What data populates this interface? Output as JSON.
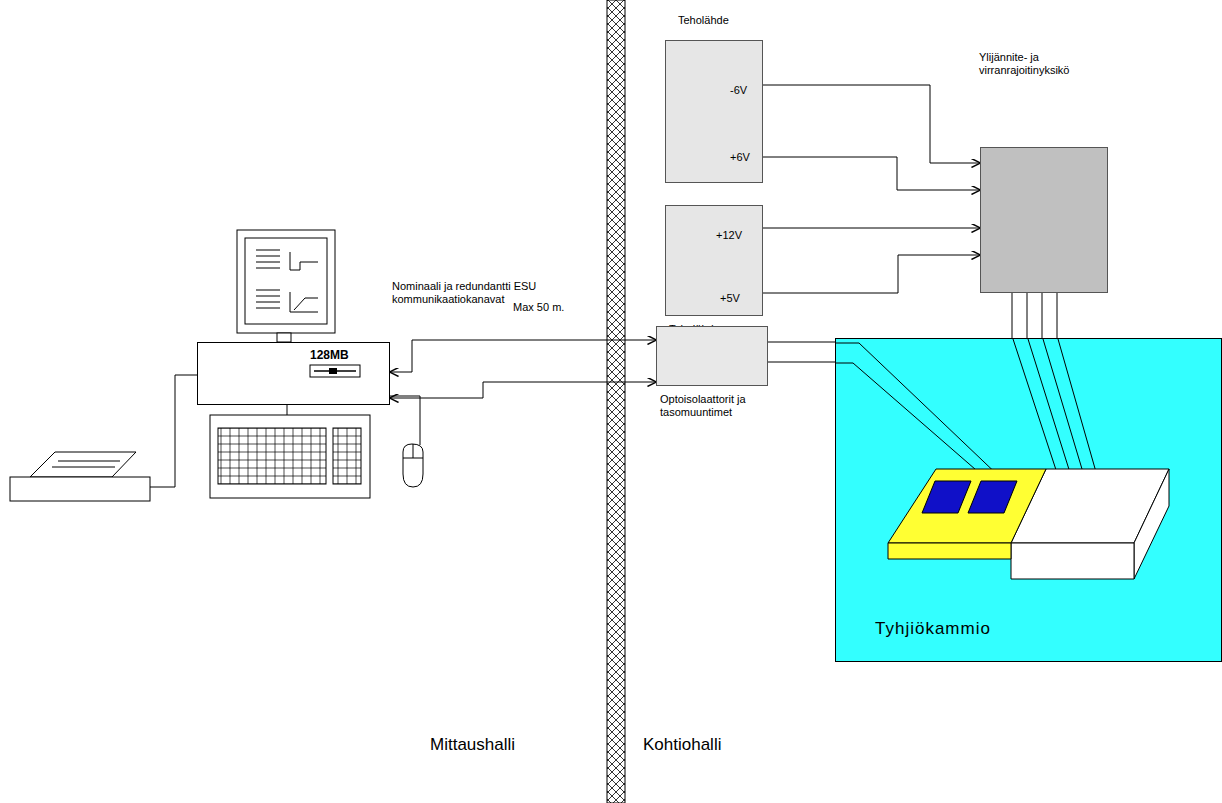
{
  "diagram": {
    "nodes": [
      {
        "text": [
          "Teholähde",
          "-6V",
          "+6V"
        ]
      },
      {
        "text": [
          "+12V",
          "+5V",
          "Teholähde"
        ]
      },
      {
        "text": [
          "Ylijännite- ja virranrajoitinyksikö"
        ]
      },
      {
        "text": [
          "128MB"
        ]
      },
      {
        "text": [
          "Optoisolaattorit ja tasomuuntimet"
        ]
      },
      {
        "text": [
          "Tyhjiökammio"
        ]
      }
    ],
    "edges": [
      {
        "from": 0,
        "to": 2,
        "arrow": "to"
      },
      {
        "from": 0,
        "to": 2,
        "arrow": "to"
      },
      {
        "from": 1,
        "to": 2,
        "arrow": "to"
      },
      {
        "from": 1,
        "to": 2,
        "arrow": "to"
      },
      {
        "from": 3,
        "to": 4,
        "label": "Nominaali ja redundantti ESU kommunikaatiokanavat",
        "arrow": "both"
      },
      {
        "from": 3,
        "to": 4,
        "label": "Max 50 m.",
        "arrow": "both"
      },
      {
        "from": 2,
        "to": 5,
        "arrow": "none"
      },
      {
        "from": 2,
        "to": 5,
        "arrow": "none"
      },
      {
        "from": 2,
        "to": 5,
        "arrow": "none"
      },
      {
        "from": 2,
        "to": 5,
        "arrow": "none"
      },
      {
        "from": 4,
        "to": 5,
        "arrow": "none"
      },
      {
        "from": 4,
        "to": 5,
        "arrow": "none"
      }
    ],
    "labels": [
      "Mittaushalli",
      "Kohtiohalli"
    ]
  }
}
